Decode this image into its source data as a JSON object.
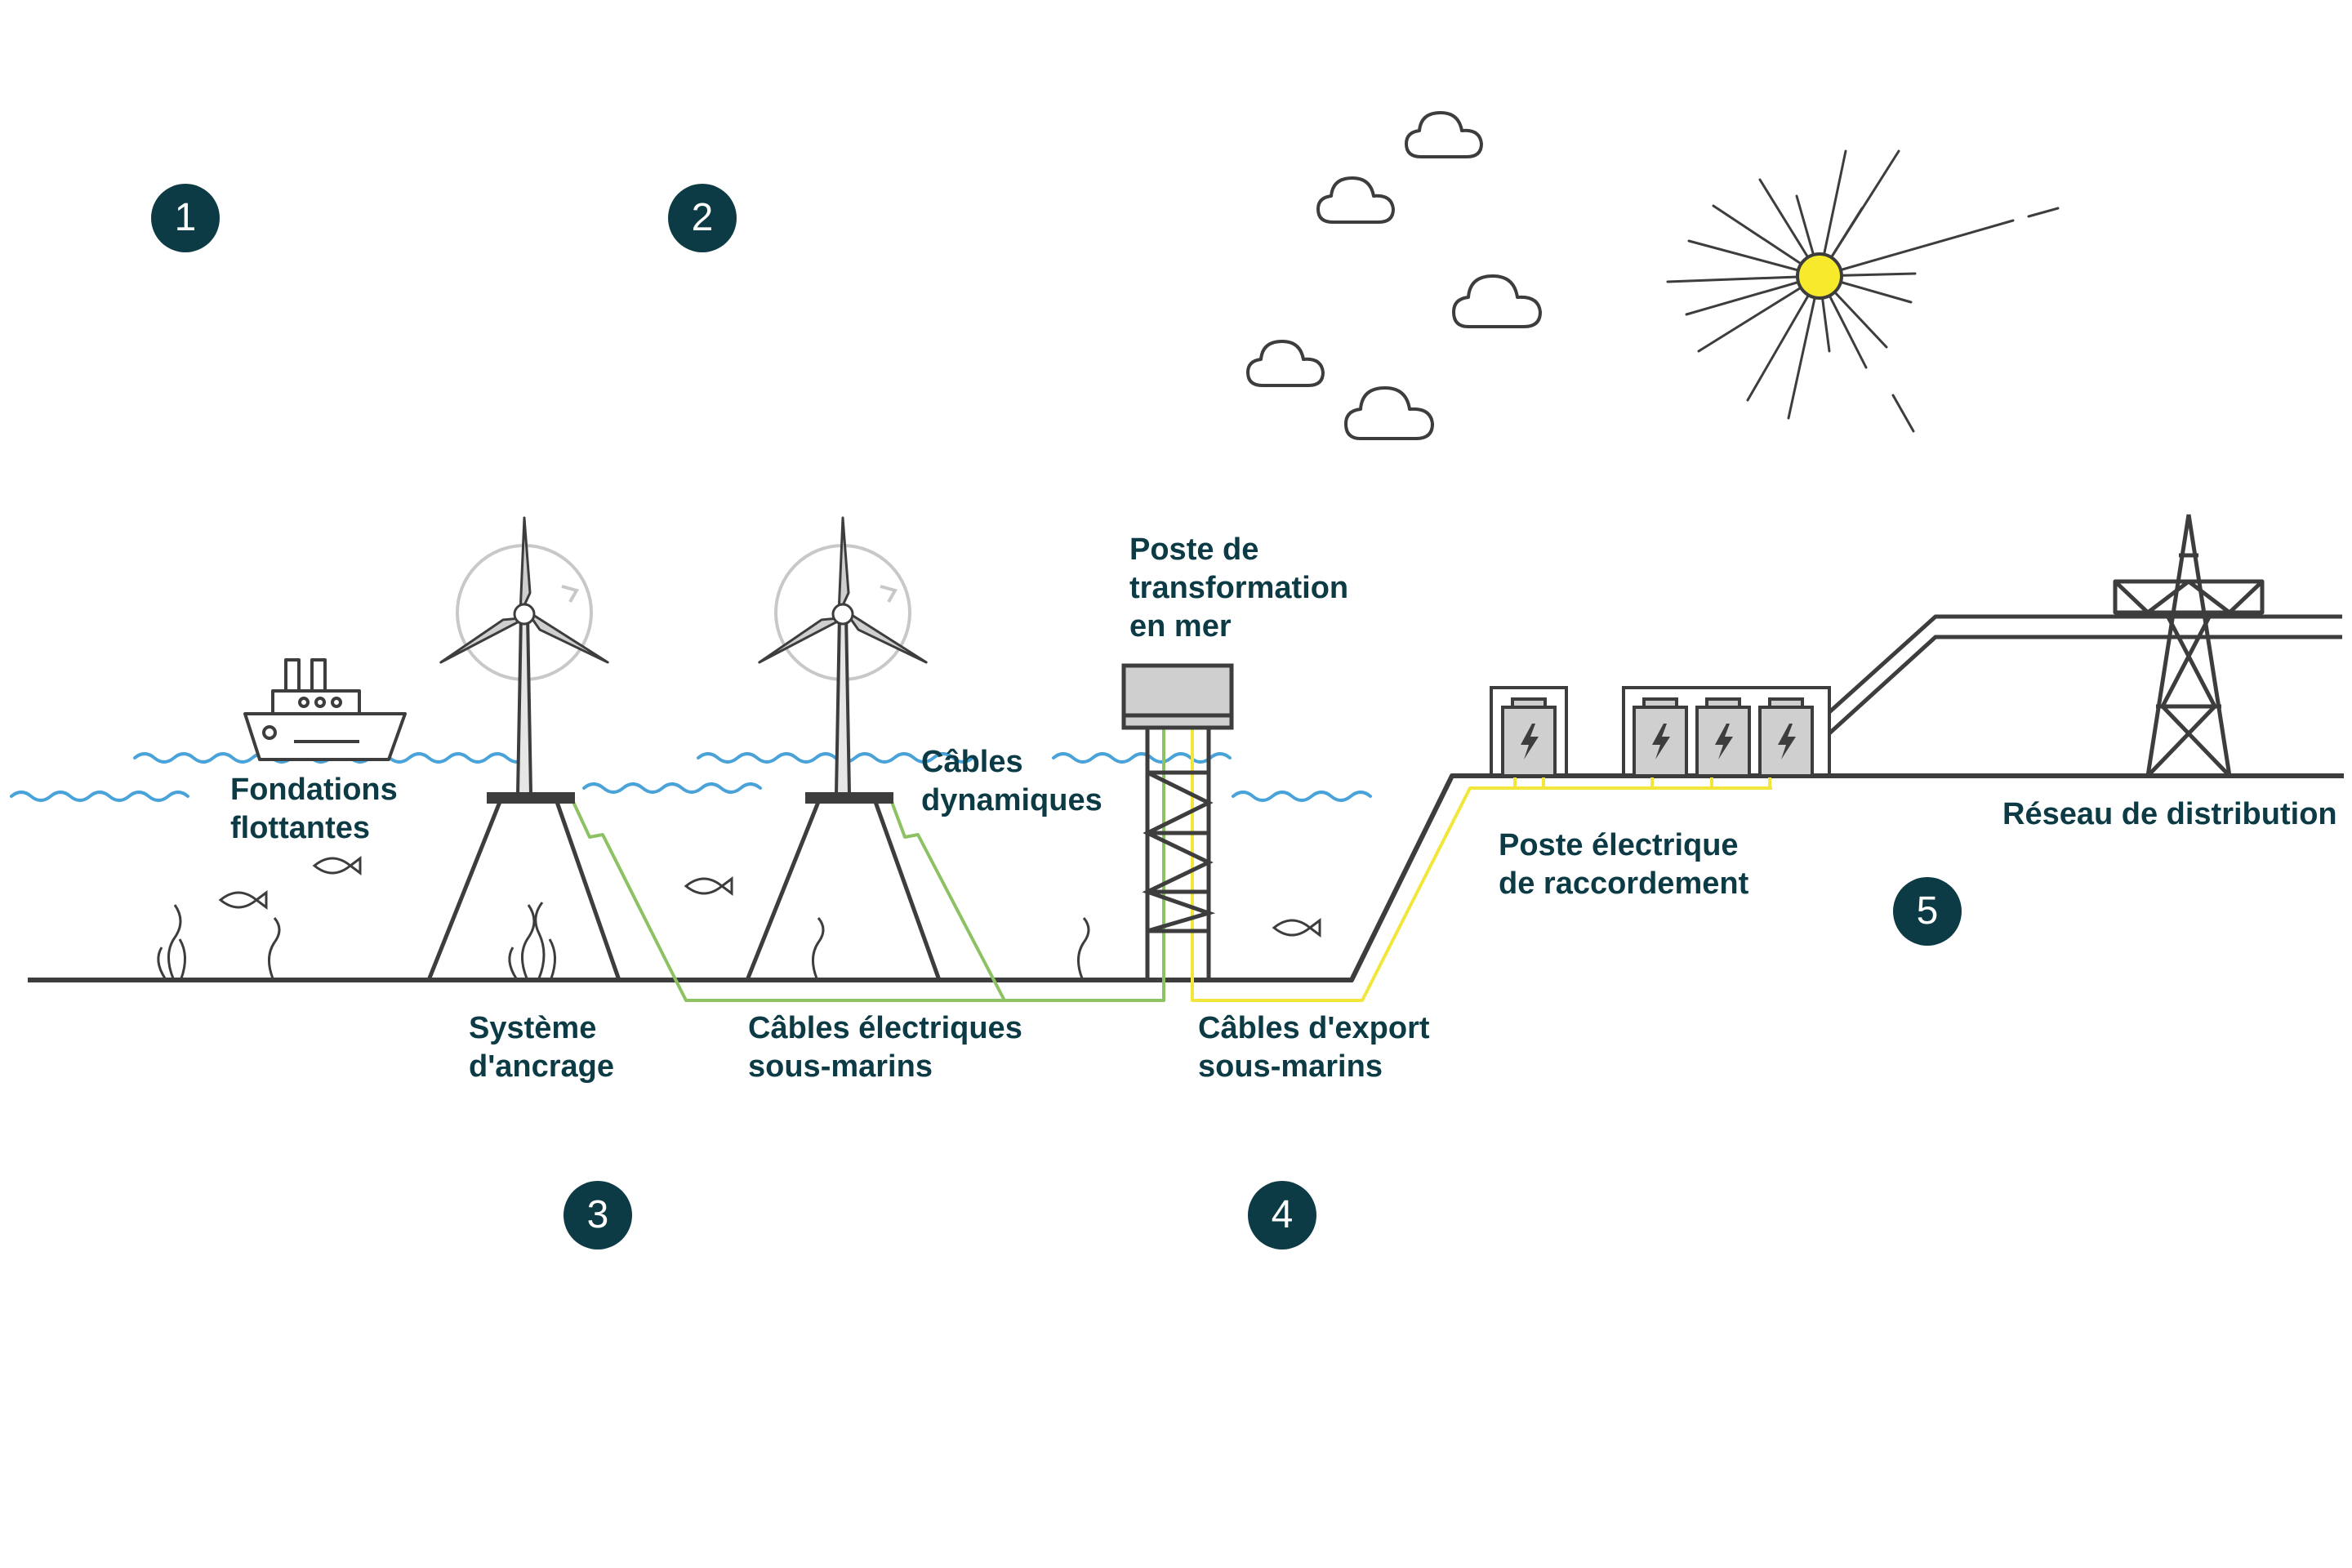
{
  "colors": {
    "line": "#3d3d3d",
    "water": "#4aa3d8",
    "cable_green": "#8cc263",
    "cable_yellow": "#f2e63a",
    "sun": "#f7ea2a",
    "badge": "#0d3b45",
    "label_text": "#0d3b45",
    "fill_grey": "#cfcfcf"
  },
  "icons": [
    "ship-icon",
    "fish-icon",
    "seaweed-icon",
    "cloud-icon",
    "sun-icon",
    "lightning-icon",
    "pylon-icon",
    "wind-turbine-icon"
  ],
  "badges": [
    {
      "id": "badge-1",
      "number": "1"
    },
    {
      "id": "badge-2",
      "number": "2"
    },
    {
      "id": "badge-3",
      "number": "3"
    },
    {
      "id": "badge-4",
      "number": "4"
    },
    {
      "id": "badge-5",
      "number": "5"
    }
  ],
  "labels": {
    "floating_foundations": [
      "Fondations",
      "flottantes"
    ],
    "anchoring_system": [
      "Système",
      "d'ancrage"
    ],
    "subsea_cables": [
      "Câbles électriques",
      "sous-marins"
    ],
    "dynamic_cables": [
      "Câbles",
      "dynamiques"
    ],
    "offshore_substation": [
      "Poste de",
      "transformation",
      "en mer"
    ],
    "export_cables": [
      "Câbles d'export",
      "sous-marins"
    ],
    "onshore_substation": [
      "Poste électrique",
      "de raccordement"
    ],
    "distribution_network": [
      "Réseau de distribution"
    ]
  }
}
